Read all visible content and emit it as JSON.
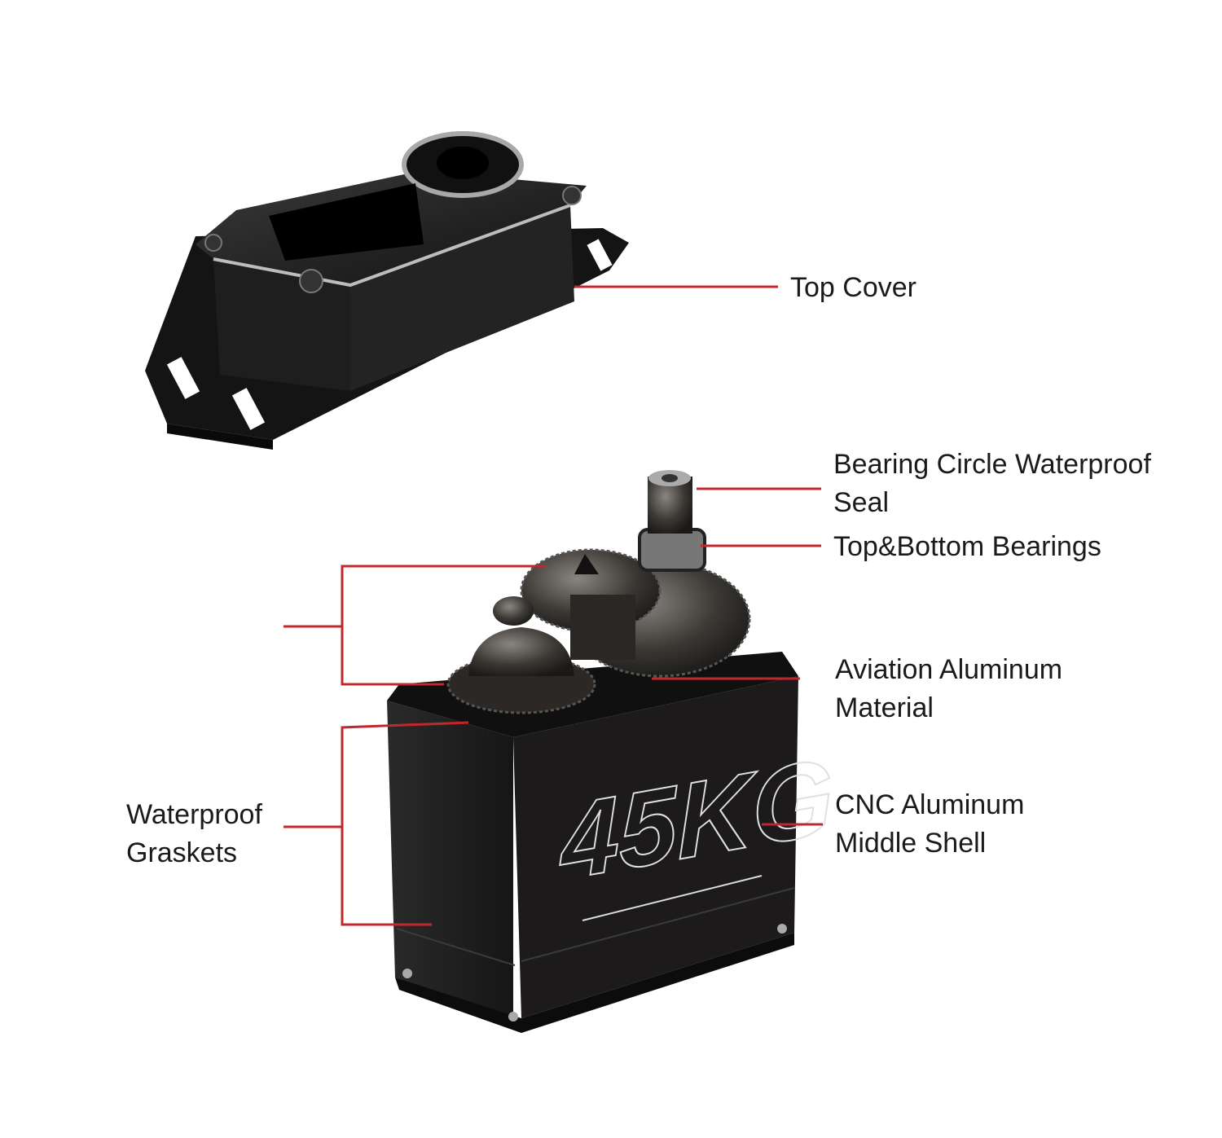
{
  "colors": {
    "callout_line": "#c0282d",
    "housing": "#1b1b1b",
    "background": "#ffffff"
  },
  "product_marking": "45KG",
  "labels": {
    "top_cover": "Top Cover",
    "bearing_seal": [
      "Bearing Circle Waterproof",
      "Seal"
    ],
    "bearings": "Top&Bottom Bearings",
    "aviation_aluminum": [
      "Aviation Aluminum",
      "Material"
    ],
    "cnc_shell": [
      "CNC Aluminum",
      "Middle Shell"
    ],
    "waterproof_gaskets": [
      "Waterproof",
      "Graskets"
    ]
  }
}
